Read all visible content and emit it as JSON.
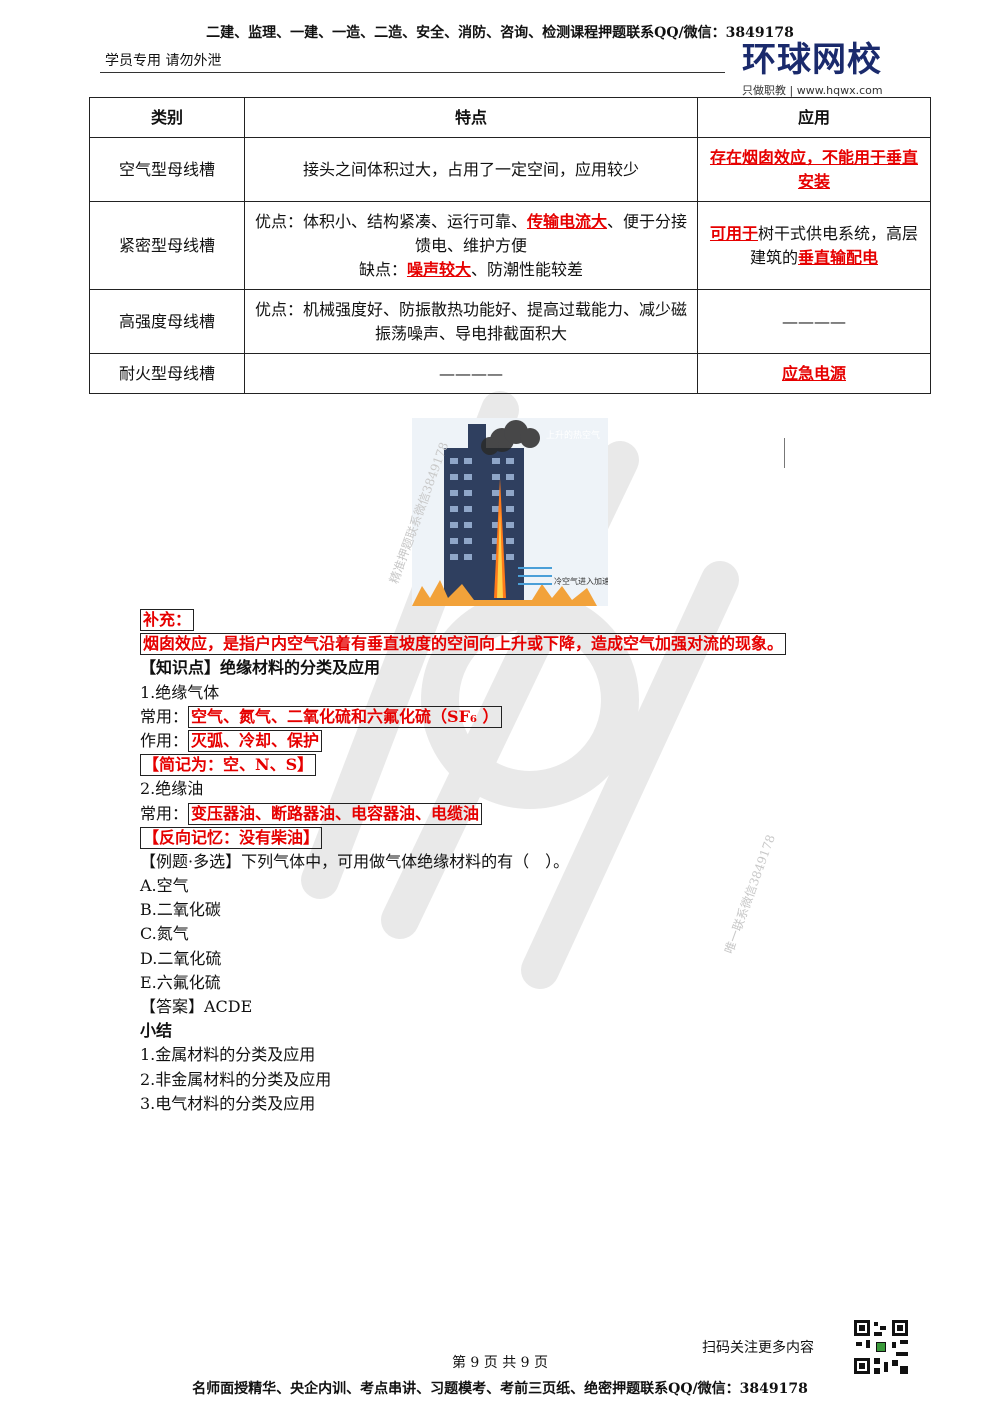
{
  "header": {
    "top_line": "二建、监理、一建、一造、二造、安全、消防、咨询、检测课程押题联系QQ/微信：3849178",
    "student_only": "学员专用 请勿外泄",
    "logo_main": "环球网校",
    "logo_sub": "只做职教 | www.hqwx.com"
  },
  "table": {
    "headers": [
      "类别",
      "特点",
      "应用"
    ],
    "rows": [
      {
        "category": "空气型母线槽",
        "feature": "接头之间体积过大，占用了一定空间，应用较少",
        "application_red": "存在烟囱效应，不能用于垂直安装"
      },
      {
        "category": "紧密型母线槽",
        "feature_pros_prefix": "优点：体积小、结构紧凑、运行可靠、",
        "feature_pros_red": "传输电流大",
        "feature_pros_suffix": "、便于分接馈电、维护方便",
        "feature_cons_prefix": "缺点：",
        "feature_cons_red": "噪声较大",
        "feature_cons_suffix": "、防潮性能较差",
        "application_red1": "可用于",
        "application_mid": "树干式供电系统，高层建筑的",
        "application_red2": "垂直输配电"
      },
      {
        "category": "高强度母线槽",
        "feature": "优点：机械强度好、防振散热功能好、提高过载能力、减少磁振荡噪声、导电排截面积大",
        "application": "————"
      },
      {
        "category": "耐火型母线槽",
        "feature": "————",
        "application_red": "应急电源"
      }
    ]
  },
  "figure": {
    "label_hot": "上升的热空气",
    "label_cold": "冷空气进入加速燃烧"
  },
  "watermarks": [
    "精准押题联系微信3849178",
    "唯一联系微信3849178"
  ],
  "content": {
    "supplement_title": "补充：",
    "supplement_text": "烟囱效应，是指户内空气沿着有垂直坡度的空间向上升或下降，造成空气加强对流的现象。",
    "knowledge_point": "【知识点】绝缘材料的分类及应用",
    "item1": "1.绝缘气体",
    "common_label": "常用：",
    "gas_common": "空气、氮气、二氧化硫和六氟化硫（SF₆ ）",
    "effect_label": "作用：",
    "gas_effect": "灭弧、冷却、保护",
    "gas_mnemonic": "【简记为：空、N、S】",
    "item2": "2.绝缘油",
    "oil_common": "变压器油、断路器油、电容器油、电缆油",
    "oil_mnemonic": "【反向记忆：没有柴油】",
    "example": "【例题·多选】下列气体中，可用做气体绝缘材料的有（　）。",
    "options": [
      "A.空气",
      "B.二氧化碳",
      "C.氮气",
      "D.二氧化硫",
      "E.六氟化硫"
    ],
    "answer": "【答案】ACDE",
    "summary_title": "小结",
    "summary": [
      "1.金属材料的分类及应用",
      "2.非金属材料的分类及应用",
      "3.电气材料的分类及应用"
    ]
  },
  "footer": {
    "scan": "扫码关注更多内容",
    "page": "第 9 页 共 9 页",
    "bottom": "名师面授精华、央企内训、考点串讲、习题模考、考前三页纸、绝密押题联系QQ/微信：3849178"
  }
}
